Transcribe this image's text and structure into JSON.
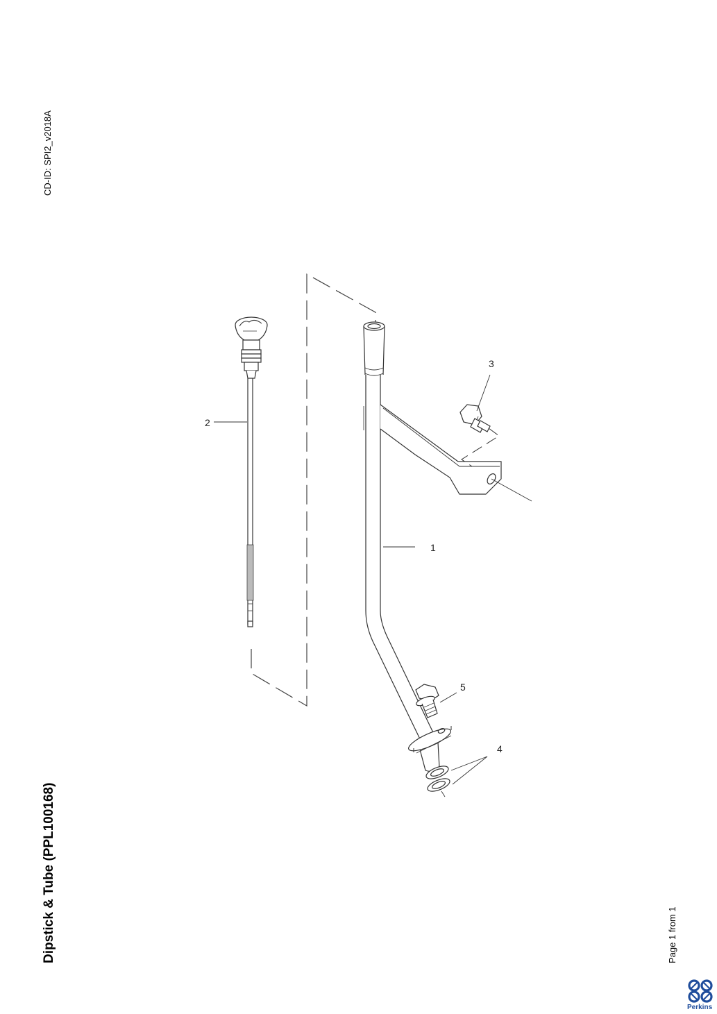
{
  "header": {
    "cd_id": "CD-ID: SPI2_v2018A",
    "title": "Dipstick & Tube (PPL100168)"
  },
  "footer": {
    "page": "Page 1 from 1"
  },
  "logo": {
    "text": "Perkins",
    "color": "#1f4d9c"
  },
  "diagram": {
    "callouts": [
      "1",
      "2",
      "3",
      "4",
      "5"
    ],
    "parts": [
      "dipstick-tube",
      "dipstick",
      "nut",
      "o-rings",
      "bolt"
    ]
  }
}
